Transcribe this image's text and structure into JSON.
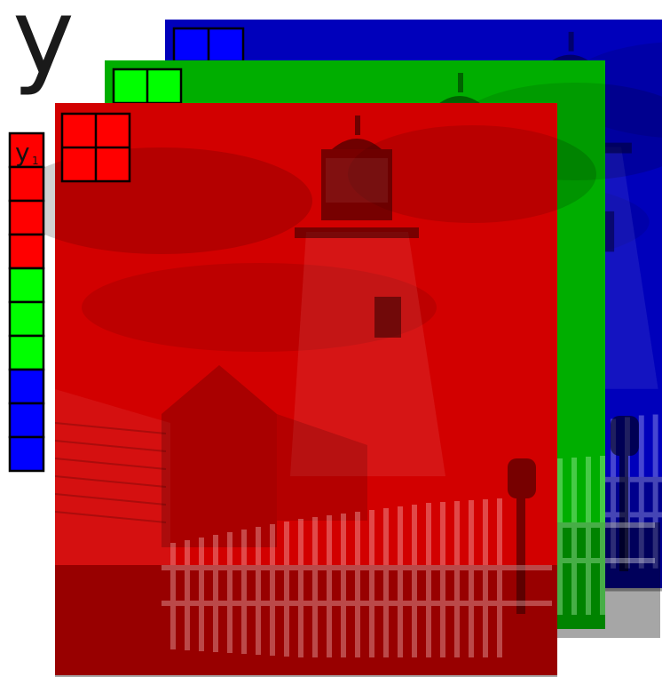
{
  "title": "y",
  "vector_label": "y",
  "vector_label_subscript": "1",
  "channels": [
    {
      "name": "red",
      "color": "#ff0000",
      "dark": "#3a0000",
      "mid": "#b00000"
    },
    {
      "name": "green",
      "color": "#00ff00",
      "dark": "#003000",
      "mid": "#00a000"
    },
    {
      "name": "blue",
      "color": "#0000ff",
      "dark": "#000040",
      "mid": "#0000b0"
    }
  ],
  "vector_cells": [
    "red",
    "red",
    "red",
    "green",
    "green",
    "green",
    "blue",
    "blue",
    "blue"
  ],
  "patch_grid": "2x2"
}
